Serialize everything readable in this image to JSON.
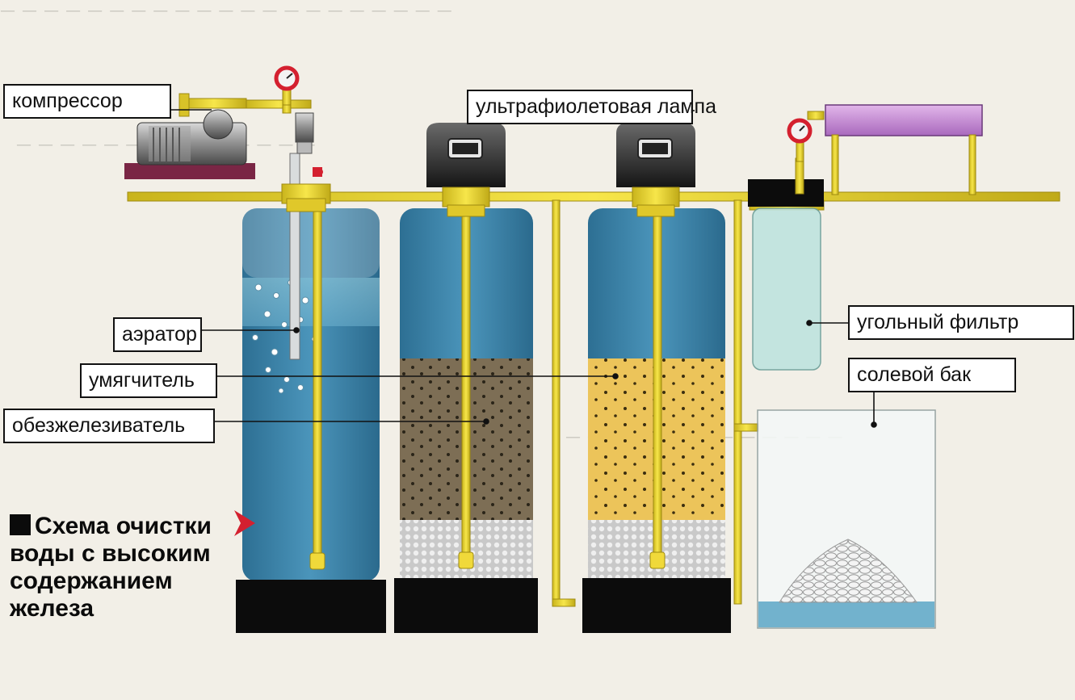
{
  "labels": {
    "compressor": "компрессор",
    "uv_lamp": "ультрафиолетовая лампа",
    "aerator": "аэратор",
    "softener": "умягчитель",
    "iron_remover": "обезжелезиватель",
    "carbon_filter": "угольный фильтр",
    "salt_tank": "солевой бак"
  },
  "caption": {
    "line1": "Схема очистки",
    "line2": "воды с высоким",
    "line3": "содержанием",
    "line4": "железа"
  },
  "colors": {
    "pipe": "#f0dc2e",
    "water": "#3f87ad",
    "water_light": "#9ecfdf",
    "media_brown": "#7d6e55",
    "media_yellow": "#ecc45a",
    "base": "#0c0c0c",
    "uv_lamp": "#c98fd6",
    "compressor_base": "#7a2645",
    "carbon": "#bfe3df",
    "accent_arrow": "#d4202f",
    "gauge_red": "#d4202f"
  }
}
